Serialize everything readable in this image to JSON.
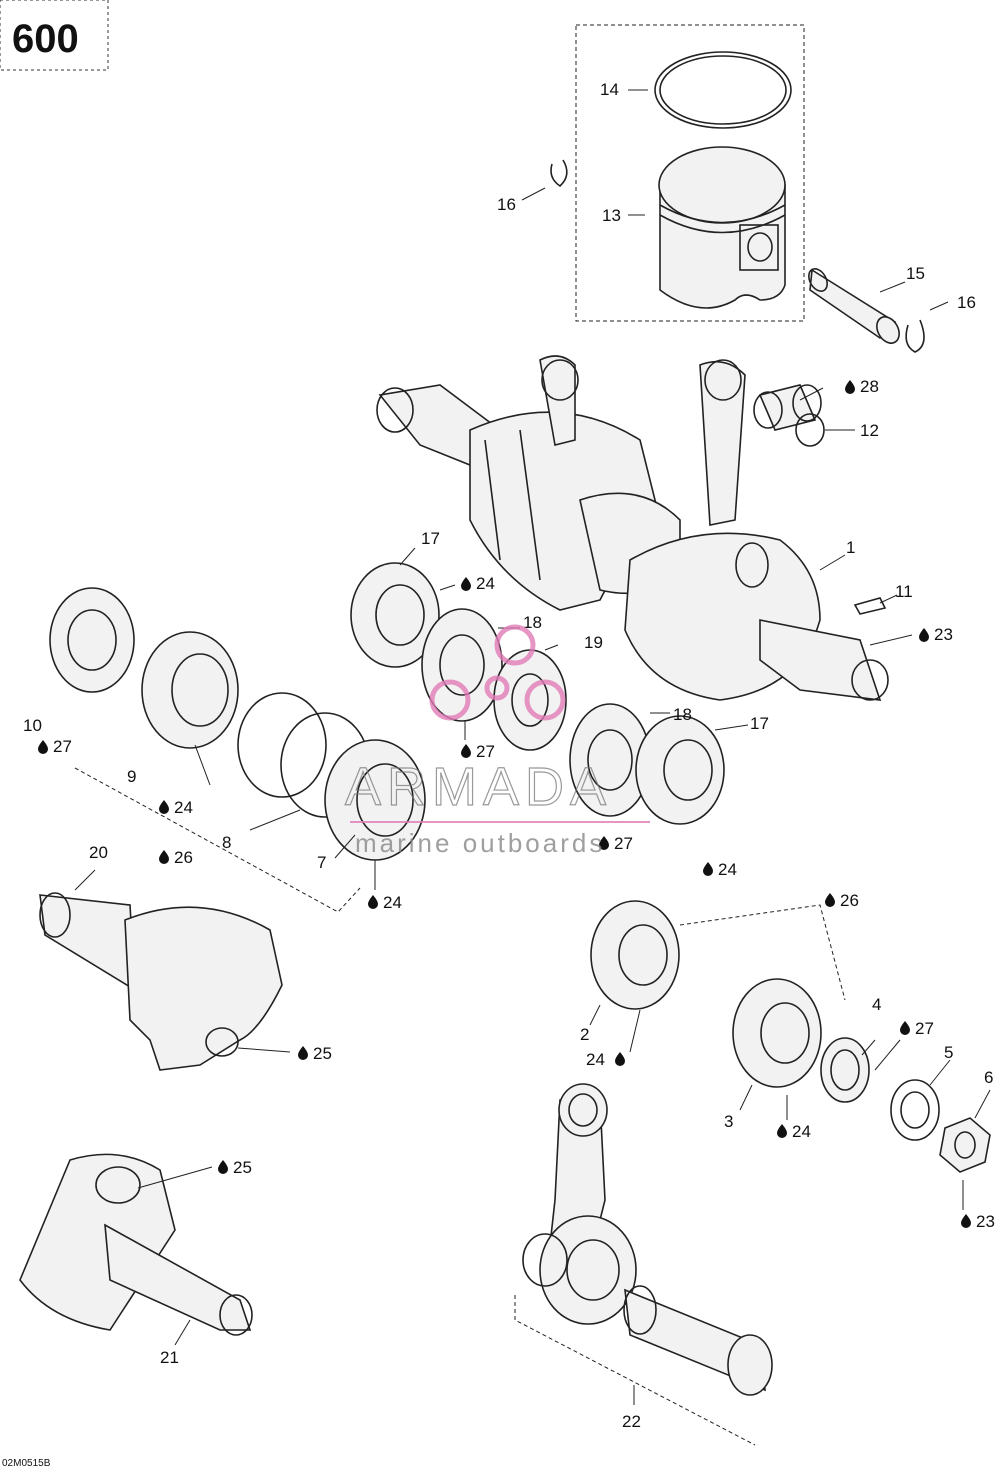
{
  "engine_badge": "600",
  "drawing_code": "02M0515B",
  "watermark": {
    "title": "ARMADA",
    "subtitle": "marine outboards"
  },
  "callouts": [
    {
      "id": "c1",
      "text": "1"
    },
    {
      "id": "c2",
      "text": "2"
    },
    {
      "id": "c3",
      "text": "3"
    },
    {
      "id": "c4",
      "text": "4"
    },
    {
      "id": "c5",
      "text": "5"
    },
    {
      "id": "c6",
      "text": "6"
    },
    {
      "id": "c7",
      "text": "7"
    },
    {
      "id": "c8",
      "text": "8"
    },
    {
      "id": "c9",
      "text": "9"
    },
    {
      "id": "c10",
      "text": "10"
    },
    {
      "id": "c11",
      "text": "11"
    },
    {
      "id": "c12",
      "text": "12"
    },
    {
      "id": "c13",
      "text": "13"
    },
    {
      "id": "c14",
      "text": "14"
    },
    {
      "id": "c15",
      "text": "15"
    },
    {
      "id": "c16a",
      "text": "16"
    },
    {
      "id": "c16b",
      "text": "16"
    },
    {
      "id": "c17a",
      "text": "17"
    },
    {
      "id": "c17b",
      "text": "17"
    },
    {
      "id": "c18a",
      "text": "18"
    },
    {
      "id": "c18b",
      "text": "18"
    },
    {
      "id": "c19",
      "text": "19"
    },
    {
      "id": "c20",
      "text": "20"
    },
    {
      "id": "c21",
      "text": "21"
    },
    {
      "id": "c22",
      "text": "22"
    }
  ],
  "lubricant_refs": [
    {
      "id": "l28",
      "text": "28"
    },
    {
      "id": "l24a",
      "text": "24"
    },
    {
      "id": "l23a",
      "text": "23"
    },
    {
      "id": "l27a",
      "text": "27"
    },
    {
      "id": "l27b",
      "text": "27"
    },
    {
      "id": "l24b",
      "text": "24"
    },
    {
      "id": "l26a",
      "text": "26"
    },
    {
      "id": "l24c",
      "text": "24"
    },
    {
      "id": "l27c",
      "text": "27"
    },
    {
      "id": "l24d",
      "text": "24"
    },
    {
      "id": "l26b",
      "text": "26"
    },
    {
      "id": "l25a",
      "text": "25"
    },
    {
      "id": "l24e",
      "text": "24"
    },
    {
      "id": "l27d",
      "text": "27"
    },
    {
      "id": "l24f",
      "text": "24"
    },
    {
      "id": "l25b",
      "text": "25"
    },
    {
      "id": "l23b",
      "text": "23"
    }
  ]
}
